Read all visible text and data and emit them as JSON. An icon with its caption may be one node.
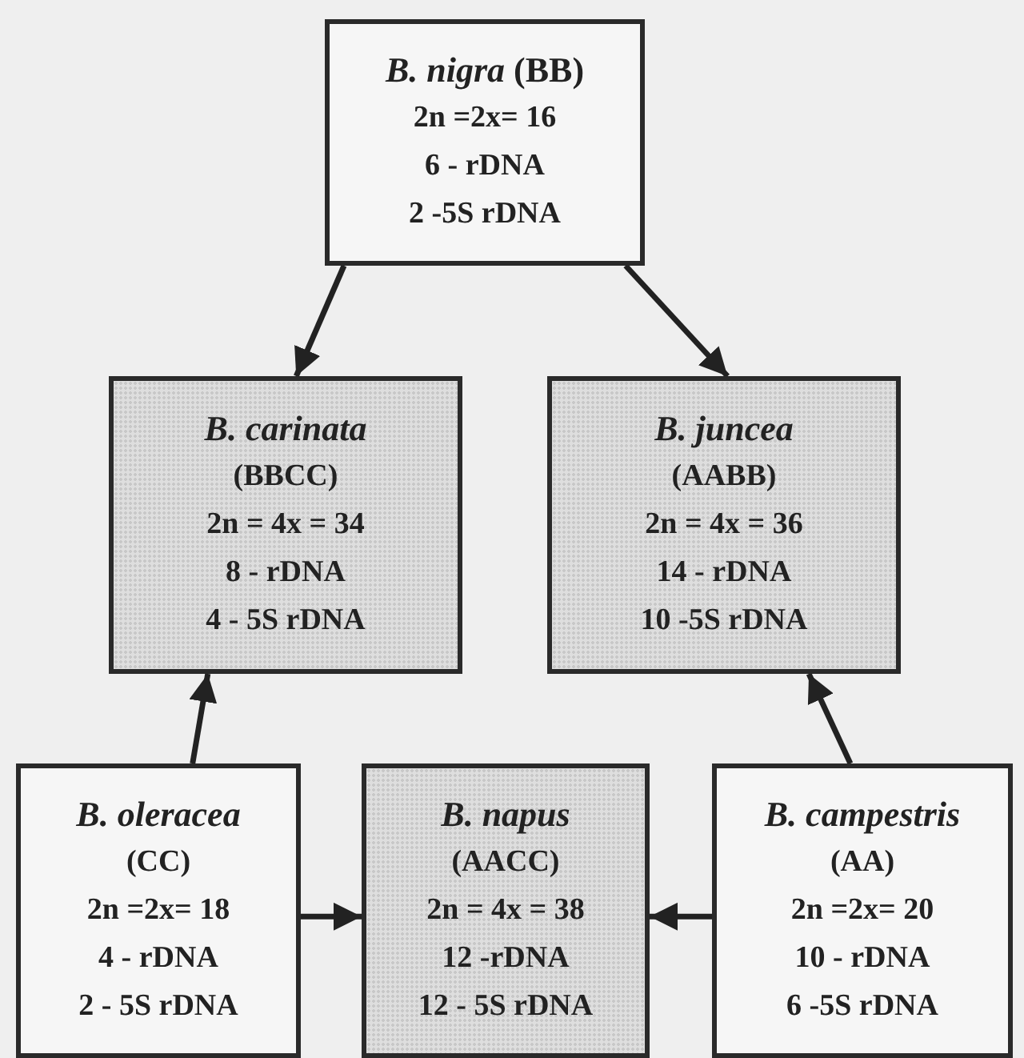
{
  "diagram": {
    "nodes": [
      {
        "text": [
          "*B. nigra* (BB)",
          "2n =2x= 16",
          "6 - rDNA",
          "2 -5S rDNA"
        ]
      },
      {
        "text": [
          "*B. carinata*",
          "(BBCC)",
          "2n = 4x = 34",
          "8 - rDNA",
          "4 - 5S rDNA"
        ]
      },
      {
        "text": [
          "*B. juncea*",
          "(AABB)",
          "2n = 4x = 36",
          "14 - rDNA",
          "10 -5S rDNA"
        ]
      },
      {
        "text": [
          "*B. oleracea*",
          "(CC)",
          "2n =2x= 18",
          "4 - rDNA",
          "2 - 5S rDNA"
        ]
      },
      {
        "text": [
          "*B. napus*",
          "(AACC)",
          "2n = 4x = 38",
          "12 -rDNA",
          "12 - 5S rDNA"
        ]
      },
      {
        "text": [
          "*B. campestris*",
          "(AA)",
          "2n =2x= 20",
          "10 - rDNA",
          "6 -5S rDNA"
        ]
      }
    ],
    "edges": [
      {
        "from": 0,
        "to": 1,
        "arrow": "to"
      },
      {
        "from": 0,
        "to": 2,
        "arrow": "to"
      },
      {
        "from": 3,
        "to": 1,
        "arrow": "to"
      },
      {
        "from": 5,
        "to": 2,
        "arrow": "to"
      },
      {
        "from": 3,
        "to": 4,
        "arrow": "to"
      },
      {
        "from": 5,
        "to": 4,
        "arrow": "to"
      }
    ]
  }
}
